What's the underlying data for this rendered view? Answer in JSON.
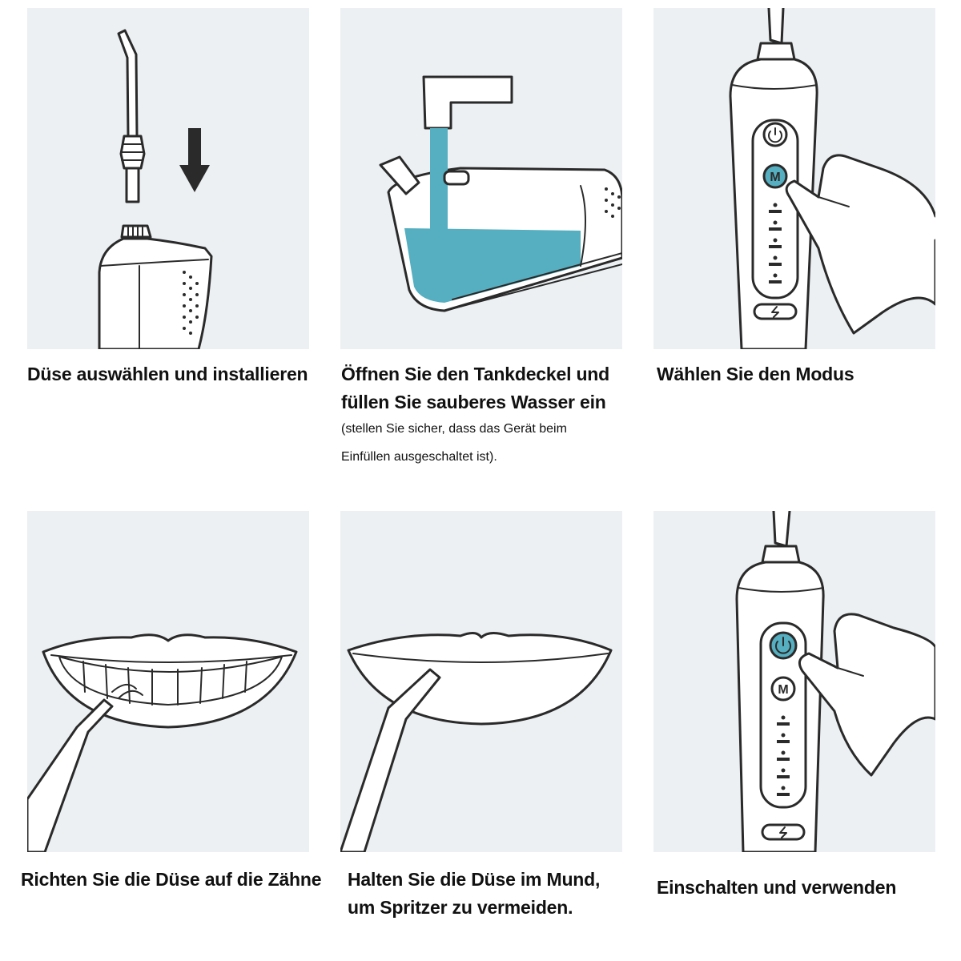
{
  "steps": [
    {
      "caption_lines": [
        "Düse auswählen und installieren"
      ]
    },
    {
      "caption_lines": [
        "Öffnen Sie den Tankdeckel und",
        "füllen Sie sauberes Wasser ein"
      ],
      "note_lines": [
        "(stellen Sie sicher, dass das Gerät beim",
        "Einfüllen ausgeschaltet ist)."
      ]
    },
    {
      "caption_lines": [
        "Wählen Sie den Modus"
      ]
    },
    {
      "caption_lines": [
        "Richten Sie die Düse auf die Zähne"
      ]
    },
    {
      "caption_lines": [
        "Halten Sie die Düse im Mund,",
        "um Spritzer zu vermeiden."
      ]
    },
    {
      "caption_lines": [
        "Einschalten und verwenden"
      ]
    }
  ],
  "device_button_labels": {
    "mode": "M"
  },
  "colors": {
    "panel_background": "#ecf0f2",
    "water_teal": "#55afc0",
    "line_art": "#2a2a2a"
  }
}
